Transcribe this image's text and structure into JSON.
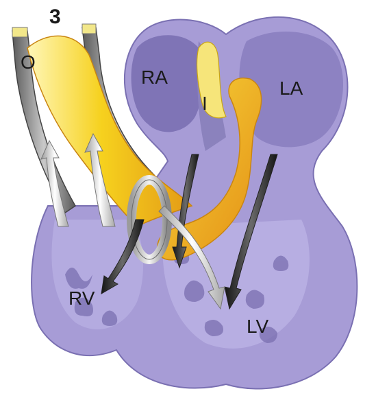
{
  "figure": {
    "panel_number": "3",
    "labels": {
      "outflow": "O",
      "right_atrium": "RA",
      "left_atrium": "LA",
      "inflow": "I",
      "right_ventricle": "RV",
      "left_ventricle": "LV"
    }
  },
  "colors": {
    "myocardium": "#9f95cf",
    "myocardium_dark": "#7f74b6",
    "chamber_interior": "#c3bbe3",
    "trabeculae": "#7a6fb0",
    "graft_yellow": "#f4cf1c",
    "graft_orange": "#e9a21a",
    "tube_gray": "#9a9a9a",
    "tube_dark": "#555555",
    "arrow_dark": "#2b2b2b",
    "arrow_light": "#e6e6e6",
    "band_ring": "#d6d6d6"
  }
}
